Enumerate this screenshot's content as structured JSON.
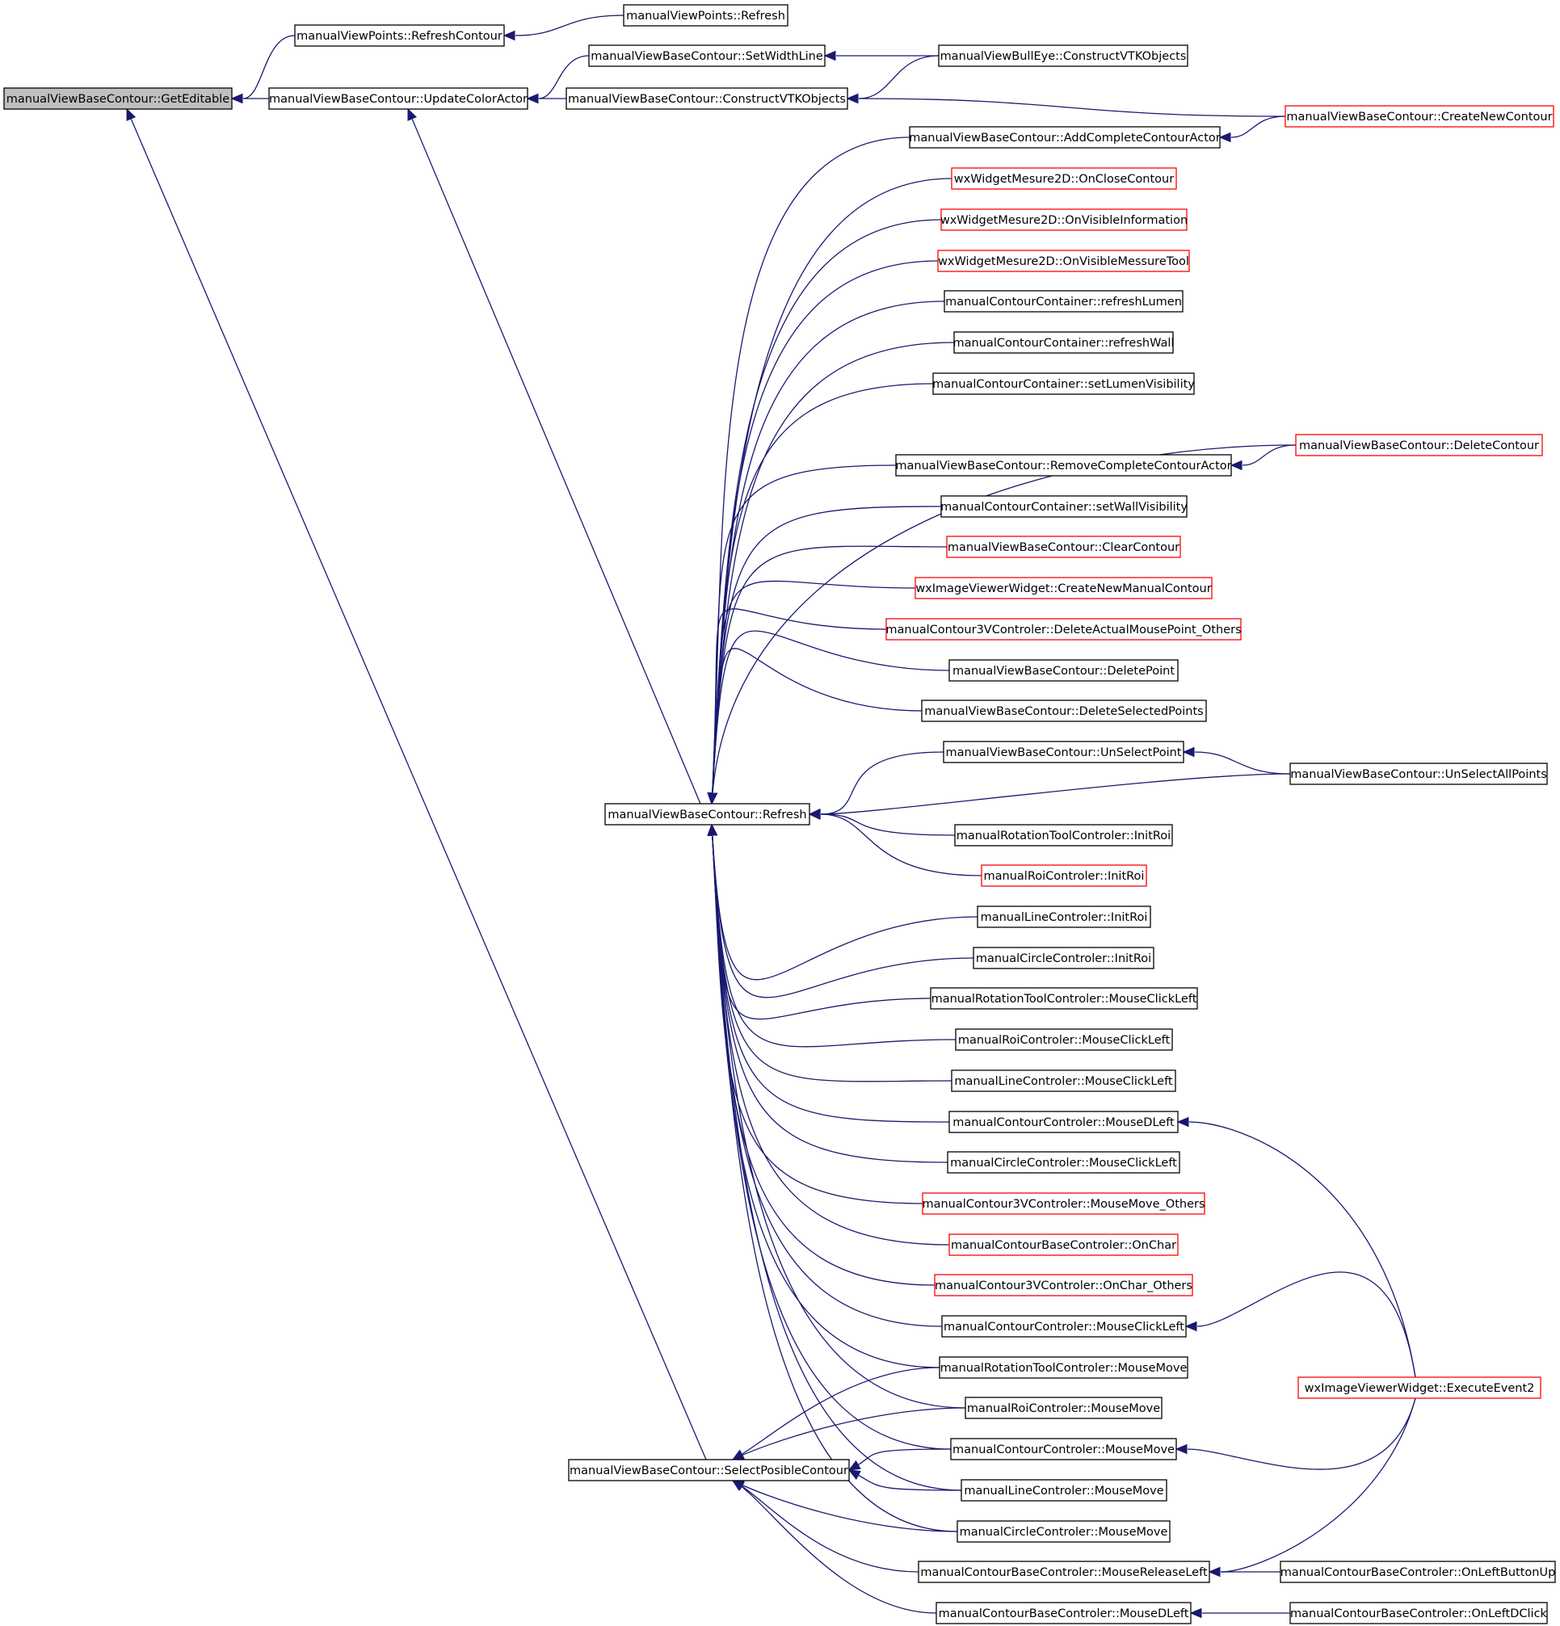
{
  "colors": {
    "edge": "#191970",
    "node_border": "#000000",
    "node_border_truncated": "#ff0000",
    "root_fill": "#bfbfbf",
    "node_fill": "#ffffff"
  },
  "nodes": [
    {
      "id": "getEditable",
      "label": "manualViewBaseContour::GetEditable",
      "root": true
    },
    {
      "id": "pRefreshContour",
      "label": "manualViewPoints::RefreshContour"
    },
    {
      "id": "pRefresh",
      "label": "manualViewPoints::Refresh"
    },
    {
      "id": "updateColorActor",
      "label": "manualViewBaseContour::UpdateColorActor"
    },
    {
      "id": "setWidthLine",
      "label": "manualViewBaseContour::SetWidthLine"
    },
    {
      "id": "constructVTK",
      "label": "manualViewBaseContour::ConstructVTKObjects"
    },
    {
      "id": "bullEyeConstruct",
      "label": "manualViewBullEye::ConstructVTKObjects"
    },
    {
      "id": "createNewContour",
      "label": "manualViewBaseContour::CreateNewContour",
      "truncated": true
    },
    {
      "id": "addCompleteActor",
      "label": "manualViewBaseContour::AddCompleteContourActor"
    },
    {
      "id": "onCloseContour",
      "label": "wxWidgetMesure2D::OnCloseContour",
      "truncated": true
    },
    {
      "id": "onVisibleInfo",
      "label": "wxWidgetMesure2D::OnVisibleInformation",
      "truncated": true
    },
    {
      "id": "onVisibleMesTool",
      "label": "wxWidgetMesure2D::OnVisibleMessureTool",
      "truncated": true
    },
    {
      "id": "refreshLumen",
      "label": "manualContourContainer::refreshLumen"
    },
    {
      "id": "refreshWall",
      "label": "manualContourContainer::refreshWall"
    },
    {
      "id": "setLumenVis",
      "label": "manualContourContainer::setLumenVisibility"
    },
    {
      "id": "deleteContour",
      "label": "manualViewBaseContour::DeleteContour",
      "truncated": true
    },
    {
      "id": "removeCompleteActor",
      "label": "manualViewBaseContour::RemoveCompleteContourActor"
    },
    {
      "id": "setWallVis",
      "label": "manualContourContainer::setWallVisibility"
    },
    {
      "id": "clearContour",
      "label": "manualViewBaseContour::ClearContour",
      "truncated": true
    },
    {
      "id": "createNewManual",
      "label": "wxImageViewerWidget::CreateNewManualContour",
      "truncated": true
    },
    {
      "id": "deleteActualMouse",
      "label": "manualContour3VControler::DeleteActualMousePoint_Others",
      "truncated": true
    },
    {
      "id": "deletePoint",
      "label": "manualViewBaseContour::DeletePoint"
    },
    {
      "id": "deleteSelected",
      "label": "manualViewBaseContour::DeleteSelectedPoints"
    },
    {
      "id": "unSelectPoint",
      "label": "manualViewBaseContour::UnSelectPoint"
    },
    {
      "id": "unSelectAll",
      "label": "manualViewBaseContour::UnSelectAllPoints"
    },
    {
      "id": "refresh",
      "label": "manualViewBaseContour::Refresh"
    },
    {
      "id": "rotInitRoi",
      "label": "manualRotationToolControler::InitRoi"
    },
    {
      "id": "roiInitRoi",
      "label": "manualRoiControler::InitRoi",
      "truncated": true
    },
    {
      "id": "lineInitRoi",
      "label": "manualLineControler::InitRoi"
    },
    {
      "id": "circleInitRoi",
      "label": "manualCircleControler::InitRoi"
    },
    {
      "id": "rotClickLeft",
      "label": "manualRotationToolControler::MouseClickLeft"
    },
    {
      "id": "roiClickLeft",
      "label": "manualRoiControler::MouseClickLeft"
    },
    {
      "id": "lineClickLeft",
      "label": "manualLineControler::MouseClickLeft"
    },
    {
      "id": "contourDLeft",
      "label": "manualContourControler::MouseDLeft"
    },
    {
      "id": "circleClickLeft",
      "label": "manualCircleControler::MouseClickLeft"
    },
    {
      "id": "mouseMoveOthers",
      "label": "manualContour3VControler::MouseMove_Others",
      "truncated": true
    },
    {
      "id": "baseOnChar",
      "label": "manualContourBaseControler::OnChar",
      "truncated": true
    },
    {
      "id": "onCharOthers",
      "label": "manualContour3VControler::OnChar_Others",
      "truncated": true
    },
    {
      "id": "contourClickLeft",
      "label": "manualContourControler::MouseClickLeft"
    },
    {
      "id": "rotMove",
      "label": "manualRotationToolControler::MouseMove"
    },
    {
      "id": "executeEvent2",
      "label": "wxImageViewerWidget::ExecuteEvent2",
      "truncated": true
    },
    {
      "id": "roiMove",
      "label": "manualRoiControler::MouseMove"
    },
    {
      "id": "contourMove",
      "label": "manualContourControler::MouseMove"
    },
    {
      "id": "selectPosible",
      "label": "manualViewBaseContour::SelectPosibleContour"
    },
    {
      "id": "lineMove",
      "label": "manualLineControler::MouseMove"
    },
    {
      "id": "circleMove",
      "label": "manualCircleControler::MouseMove"
    },
    {
      "id": "baseReleaseLeft",
      "label": "manualContourBaseControler::MouseReleaseLeft"
    },
    {
      "id": "onLeftButtonUp",
      "label": "manualContourBaseControler::OnLeftButtonUp"
    },
    {
      "id": "baseDLeft",
      "label": "manualContourBaseControler::MouseDLeft"
    },
    {
      "id": "onLeftDClick",
      "label": "manualContourBaseControler::OnLeftDClick"
    }
  ],
  "edges": [
    [
      "pRefreshContour",
      "getEditable"
    ],
    [
      "updateColorActor",
      "getEditable"
    ],
    [
      "selectPosible",
      "getEditable"
    ],
    [
      "pRefresh",
      "pRefreshContour"
    ],
    [
      "setWidthLine",
      "updateColorActor"
    ],
    [
      "constructVTK",
      "updateColorActor"
    ],
    [
      "refresh",
      "updateColorActor"
    ],
    [
      "bullEyeConstruct",
      "setWidthLine"
    ],
    [
      "bullEyeConstruct",
      "constructVTK"
    ],
    [
      "createNewContour",
      "constructVTK"
    ],
    [
      "createNewContour",
      "addCompleteActor"
    ],
    [
      "deleteContour",
      "removeCompleteActor"
    ],
    [
      "unSelectAll",
      "unSelectPoint"
    ],
    [
      "addCompleteActor",
      "refresh"
    ],
    [
      "onCloseContour",
      "refresh"
    ],
    [
      "onVisibleInfo",
      "refresh"
    ],
    [
      "onVisibleMesTool",
      "refresh"
    ],
    [
      "refreshLumen",
      "refresh"
    ],
    [
      "refreshWall",
      "refresh"
    ],
    [
      "setLumenVis",
      "refresh"
    ],
    [
      "deleteContour",
      "refresh"
    ],
    [
      "removeCompleteActor",
      "refresh"
    ],
    [
      "setWallVis",
      "refresh"
    ],
    [
      "clearContour",
      "refresh"
    ],
    [
      "createNewManual",
      "refresh"
    ],
    [
      "deleteActualMouse",
      "refresh"
    ],
    [
      "deletePoint",
      "refresh"
    ],
    [
      "deleteSelected",
      "refresh"
    ],
    [
      "unSelectPoint",
      "refresh"
    ],
    [
      "unSelectAll",
      "refresh"
    ],
    [
      "rotInitRoi",
      "refresh"
    ],
    [
      "roiInitRoi",
      "refresh"
    ],
    [
      "lineInitRoi",
      "refresh"
    ],
    [
      "circleInitRoi",
      "refresh"
    ],
    [
      "rotClickLeft",
      "refresh"
    ],
    [
      "roiClickLeft",
      "refresh"
    ],
    [
      "lineClickLeft",
      "refresh"
    ],
    [
      "contourDLeft",
      "refresh"
    ],
    [
      "circleClickLeft",
      "refresh"
    ],
    [
      "mouseMoveOthers",
      "refresh"
    ],
    [
      "baseOnChar",
      "refresh"
    ],
    [
      "onCharOthers",
      "refresh"
    ],
    [
      "contourClickLeft",
      "refresh"
    ],
    [
      "rotMove",
      "refresh"
    ],
    [
      "roiMove",
      "refresh"
    ],
    [
      "contourMove",
      "refresh"
    ],
    [
      "lineMove",
      "refresh"
    ],
    [
      "circleMove",
      "refresh"
    ],
    [
      "executeEvent2",
      "contourDLeft"
    ],
    [
      "executeEvent2",
      "contourClickLeft"
    ],
    [
      "executeEvent2",
      "contourMove"
    ],
    [
      "executeEvent2",
      "baseReleaseLeft"
    ],
    [
      "onLeftButtonUp",
      "baseReleaseLeft"
    ],
    [
      "onLeftDClick",
      "baseDLeft"
    ],
    [
      "rotMove",
      "selectPosible"
    ],
    [
      "roiMove",
      "selectPosible"
    ],
    [
      "contourMove",
      "selectPosible"
    ],
    [
      "lineMove",
      "selectPosible"
    ],
    [
      "circleMove",
      "selectPosible"
    ],
    [
      "baseReleaseLeft",
      "selectPosible"
    ],
    [
      "baseDLeft",
      "selectPosible"
    ]
  ]
}
